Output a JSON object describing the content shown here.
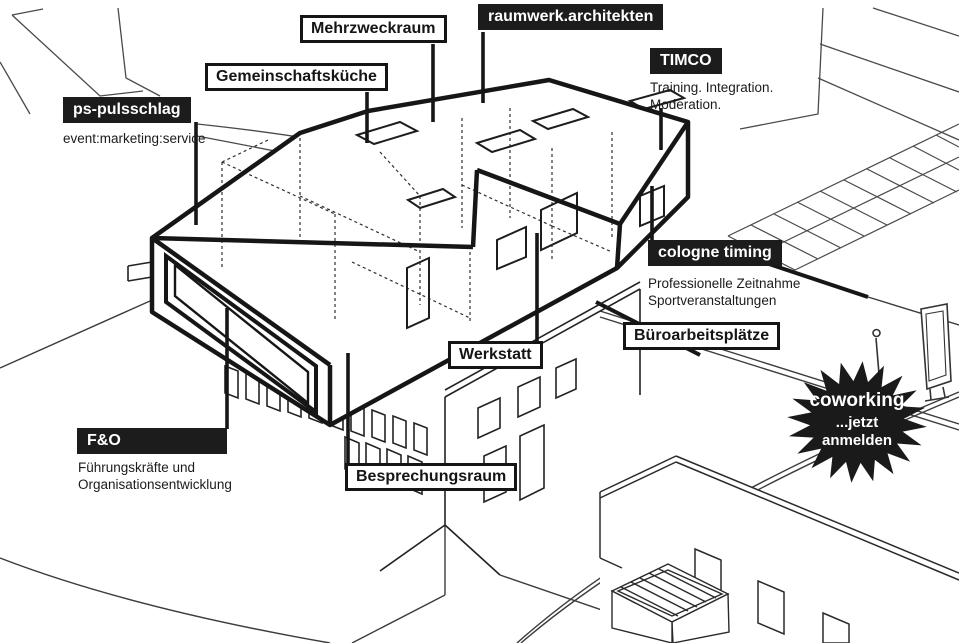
{
  "diagram": {
    "labels": {
      "ps_pulsschlag": {
        "title": "ps-pulsschlag",
        "subtitle1": "event:marketing:service"
      },
      "gemeinschaftskueche": {
        "title": "Gemeinschaftsküche"
      },
      "mehrzweckraum": {
        "title": "Mehrzweckraum"
      },
      "raumwerk": {
        "title": "raumwerk.architekten"
      },
      "timco": {
        "title": "TIMCO",
        "subtitle1": "Training. Integration.",
        "subtitle2": "Moderation."
      },
      "cologne_timing": {
        "title": "cologne timing",
        "subtitle1": "Professionelle Zeitnahme",
        "subtitle2": "Sportveranstaltungen"
      },
      "bueroarbeitsplaetze": {
        "title": "Büroarbeitsplätze"
      },
      "werkstatt": {
        "title": "Werkstatt"
      },
      "fo": {
        "title": "F&O",
        "subtitle1": "Führungskräfte und",
        "subtitle2": "Organisationsentwicklung"
      },
      "besprechungsraum": {
        "title": "Besprechungsraum"
      }
    },
    "badge": {
      "line1": "coworking",
      "line2": "...jetzt",
      "line3": "anmelden"
    },
    "colors": {
      "label_bg": "#1c1c1c",
      "label_text": "#ffffff",
      "line_bold": "#161616",
      "line_thin": "#4a4a4a",
      "badge_bg": "#1a1a1a"
    }
  }
}
